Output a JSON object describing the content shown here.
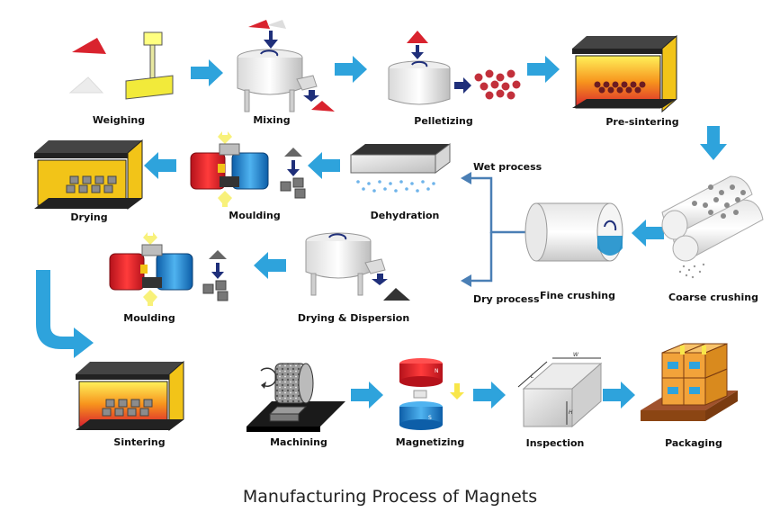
{
  "steps": {
    "weighing": "Weighing",
    "mixing": "Mixing",
    "pelletizing": "Pelletizing",
    "pre_sintering": "Pre-sintering",
    "drying": "Drying",
    "moulding_top": "Moulding",
    "dehydration": "Dehydration",
    "wet_process": "Wet process",
    "dry_process": "Dry process",
    "fine_crushing": "Fine crushing",
    "coarse_crushing": "Coarse crushing",
    "moulding_bottom": "Moulding",
    "drying_dispersion": "Drying & Dispersion",
    "sintering": "Sintering",
    "machining": "Machining",
    "magnetizing": "Magnetizing",
    "inspection": "Inspection",
    "packaging": "Packaging"
  },
  "dimension_marks": {
    "w": "W",
    "l": "L",
    "h": "H"
  },
  "magnet_poles": {
    "north": "N",
    "south": "S"
  },
  "caption": "Manufacturing Process of Magnets",
  "colors": {
    "flow_arrow": "#2ea3dc",
    "branch_line": "#4a7fb5",
    "red_powder": "#d9232e",
    "furnace_fire": "#f7941d",
    "furnace_body": "#f2c418",
    "navy_arrow": "#1f2f7a"
  }
}
